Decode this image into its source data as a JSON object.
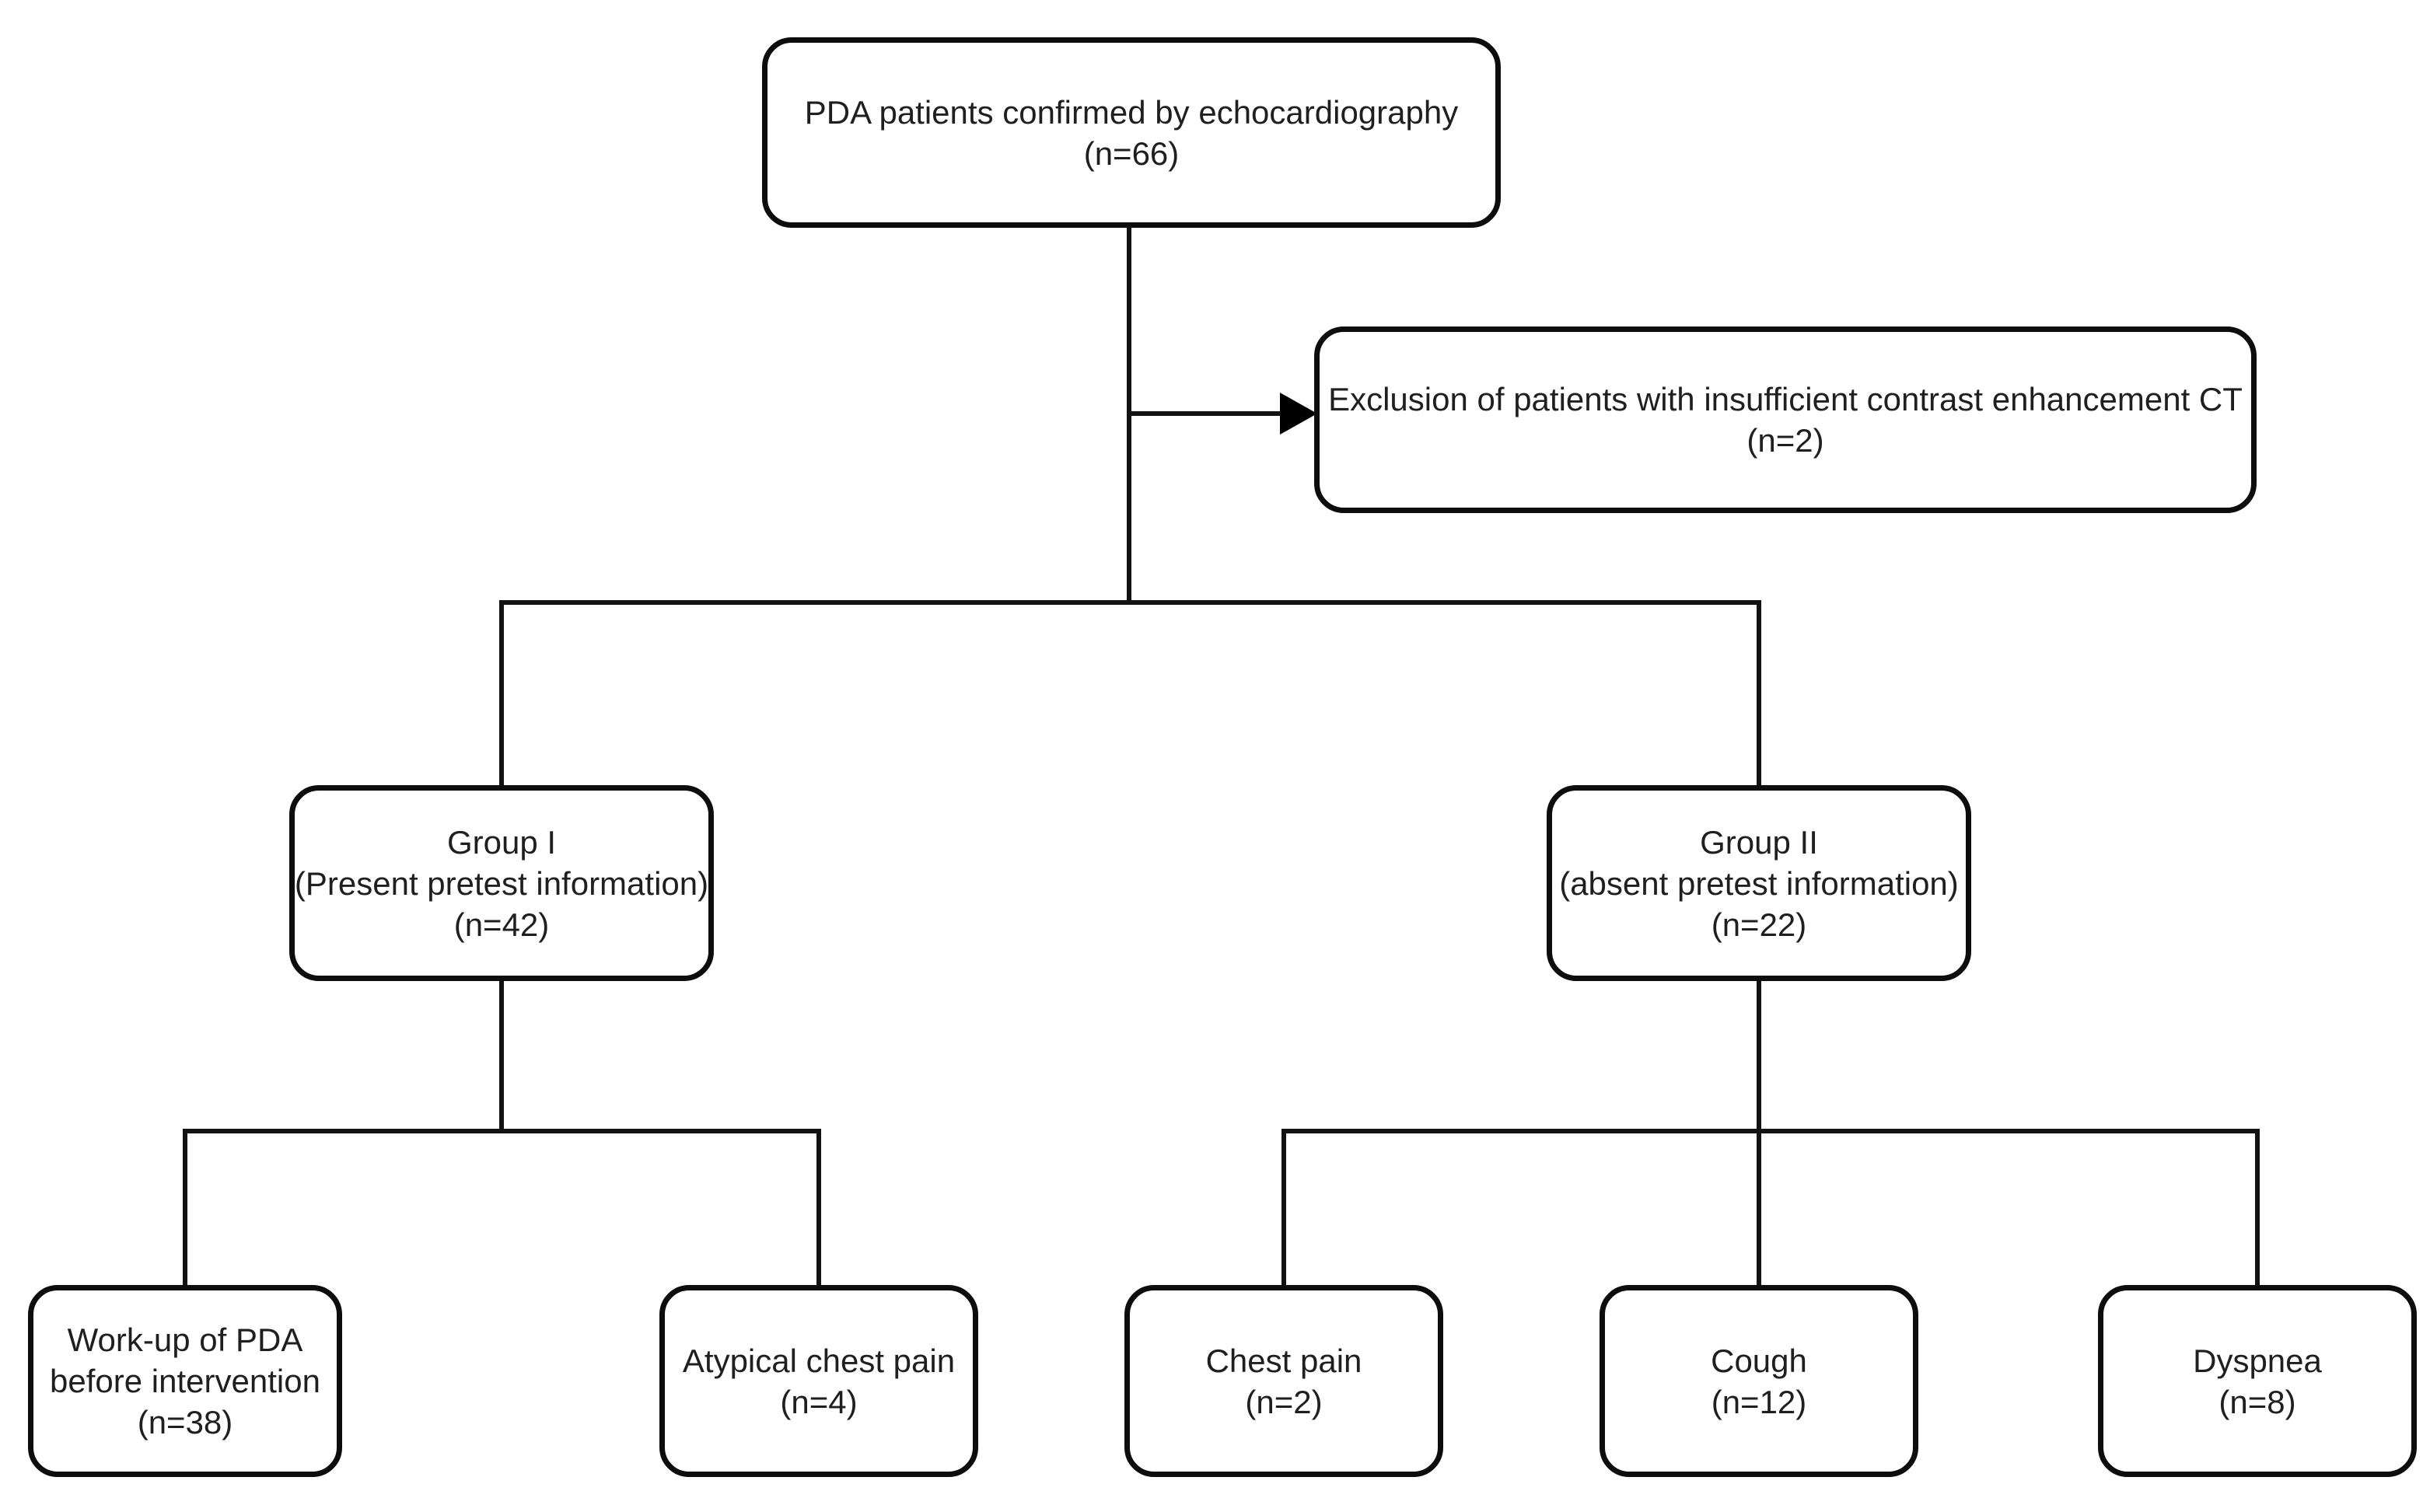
{
  "diagram_type": "patient-flowchart",
  "nodes": {
    "root": {
      "lines": [
        "PDA patients confirmed by echocardiography",
        "(n=66)"
      ]
    },
    "exclusion": {
      "lines": [
        "Exclusion of patients with insufficient contrast enhancement CT",
        "(n=2)"
      ]
    },
    "group1": {
      "lines": [
        "Group I",
        "(Present pretest information)",
        "(n=42)"
      ]
    },
    "group2": {
      "lines": [
        "Group II",
        "(absent pretest information)",
        "(n=22)"
      ]
    },
    "workup": {
      "lines": [
        "Work-up of PDA",
        "before intervention",
        "(n=38)"
      ]
    },
    "atypical": {
      "lines": [
        "Atypical chest pain",
        "(n=4)"
      ]
    },
    "chest_pain": {
      "lines": [
        "Chest pain",
        "(n=2)"
      ]
    },
    "cough": {
      "lines": [
        "Cough",
        "(n=12)"
      ]
    },
    "dyspnea": {
      "lines": [
        "Dyspnea",
        "(n=8)"
      ]
    }
  },
  "colors": {
    "background": "#ffffff",
    "box_fill": "#ffffff",
    "box_border": "#0d0d0d",
    "connector": "#121212",
    "text": "#1f1f1f"
  }
}
